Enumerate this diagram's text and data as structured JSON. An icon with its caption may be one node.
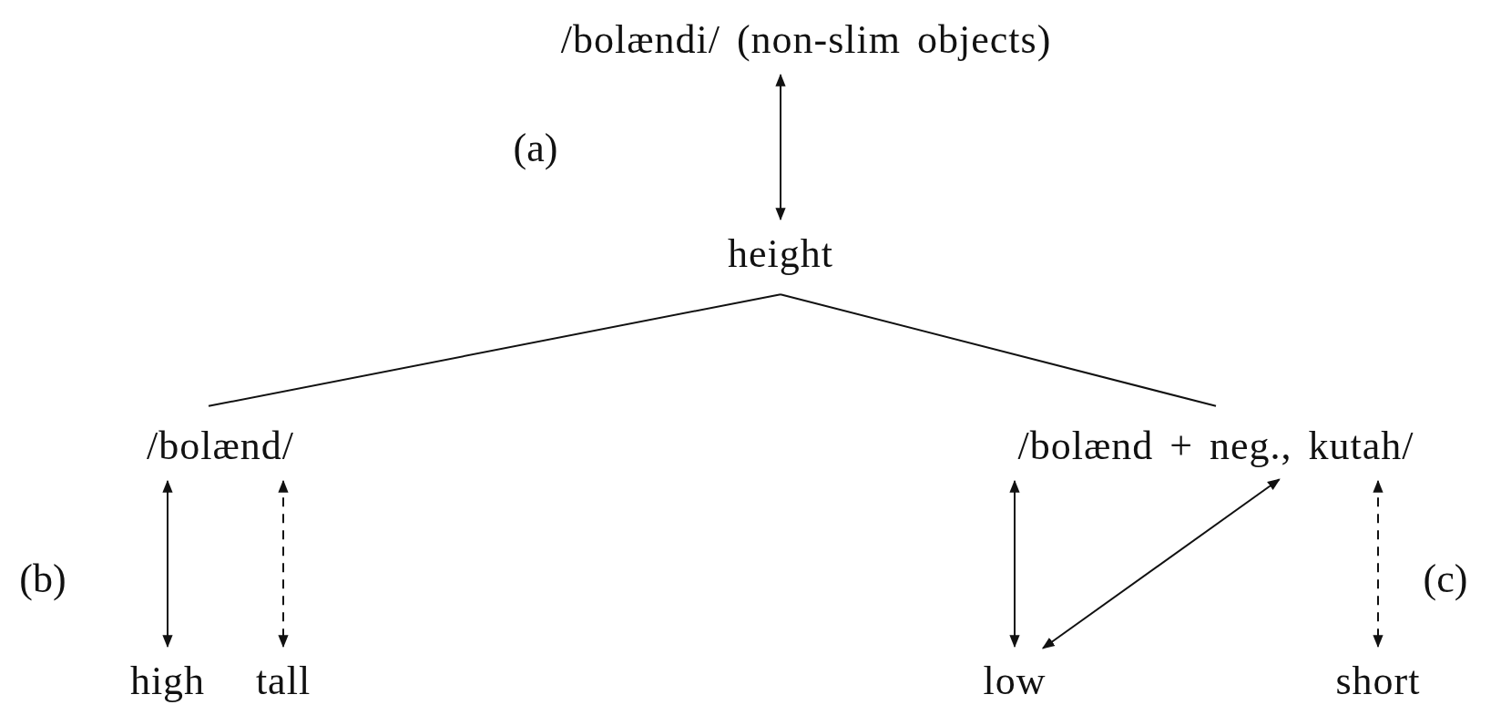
{
  "diagram": {
    "nodes": [
      {
        "text": [
          "/bolændi/ (non-slim objects)"
        ]
      },
      {
        "text": [
          "height"
        ]
      },
      {
        "text": [
          "/bolænd/"
        ]
      },
      {
        "text": [
          "/bolænd + neg., kutah/"
        ]
      },
      {
        "text": [
          "high"
        ]
      },
      {
        "text": [
          "tall"
        ]
      },
      {
        "text": [
          "low"
        ]
      },
      {
        "text": [
          "short"
        ]
      }
    ],
    "edges": [
      {
        "from": 0,
        "to": 1,
        "arrow": "both"
      },
      {
        "from": 1,
        "to": 2,
        "arrow": "none"
      },
      {
        "from": 1,
        "to": 3,
        "arrow": "none"
      },
      {
        "from": 2,
        "to": 4,
        "arrow": "both"
      },
      {
        "from": 2,
        "to": 5,
        "arrow": "both",
        "style": "dashed"
      },
      {
        "from": 3,
        "to": 6,
        "arrow": "both"
      },
      {
        "from": 6,
        "to": 3,
        "arrow": "both"
      },
      {
        "from": 3,
        "to": 7,
        "arrow": "both",
        "style": "dashed"
      }
    ],
    "labels": [
      "(a)",
      "(b)",
      "(c)"
    ]
  }
}
